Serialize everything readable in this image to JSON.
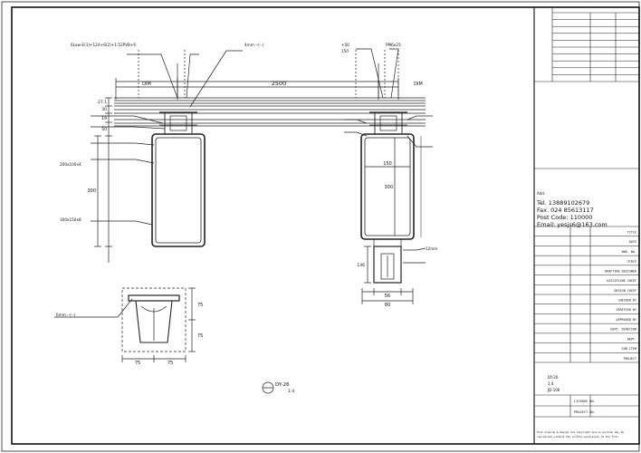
{
  "drawing": {
    "dims": {
      "span": "2500",
      "dim_left": "DIM",
      "dim_right": "DIM",
      "v_small_1": "27.1",
      "v_small_2": "30",
      "v_small_3": "19",
      "v_small_4": "50",
      "v_box": "300",
      "v_box_right": "300",
      "w_box": "150",
      "w_bottom_1": "56",
      "w_bottom_2": "80",
      "h_bottom": "146",
      "det_w1": "75",
      "det_w2": "75",
      "det_h1": "75",
      "det_h2": "75"
    },
    "labels_left": {
      "top_spec": "6Low-E(1)+12A+6(2)+1.52PVB+6",
      "top_spec2": "",
      "top_mid": "",
      "top_right": "4mm --(--)",
      "l1": "",
      "l2": "",
      "l3": "",
      "l4": "",
      "l5": "200x100x4",
      "l6": "",
      "l7": "300x150x8",
      "l8": ""
    },
    "labels_right": {
      "top1": "+50",
      "top1b": "150",
      "top2": "PM6x25",
      "r1": "",
      "r2": "",
      "r3": "",
      "r4": "",
      "bottom1": "12mm",
      "bottom2": ""
    },
    "detail_label": "6mm --(--)",
    "caption_title": "DY-26",
    "caption_scale_label": "",
    "caption_scale": "1:4"
  },
  "title_block": {
    "top_rows": [
      {
        "c1": "",
        "c2": "",
        "c3": ""
      },
      {
        "c1": "",
        "c2": "",
        "c3": ""
      },
      {
        "c1": "",
        "c2": "",
        "c3": ""
      },
      {
        "c1": "",
        "c2": "",
        "c3": ""
      },
      {
        "c1": "",
        "c2": "",
        "c3": ""
      },
      {
        "c1": "",
        "c2": "",
        "c3": ""
      },
      {
        "c1": "",
        "c2": "",
        "c3": ""
      },
      {
        "c1": "",
        "c2": "",
        "c3": ""
      },
      {
        "c1": "",
        "c2": "",
        "c3": ""
      },
      {
        "c1": "",
        "c2": "",
        "c3": ""
      }
    ],
    "company": "",
    "addr_label": "Add.",
    "addr": "",
    "tel": "Tel.  13889102679",
    "fax": "Fax. 024 85613117",
    "post": "Post Code: 110000",
    "email": "Email: yesjs6@163.com",
    "rows": [
      {
        "label": "",
        "en": "TITLE",
        "val": ""
      },
      {
        "label": "",
        "en": "DATE",
        "val": ""
      },
      {
        "label": "",
        "en": "DWG. NO.",
        "val": ""
      },
      {
        "label": "",
        "en": "SCALE",
        "val": ""
      },
      {
        "label": "",
        "en": "DRAFTING DESIGNER",
        "val": ""
      },
      {
        "label": "",
        "en": "DISCIPLINE CHIEF",
        "val": ""
      },
      {
        "label": "",
        "en": "DESIGN CHIEF",
        "val": ""
      },
      {
        "label": "",
        "en": "CHECKED BY",
        "val": ""
      },
      {
        "label": "",
        "en": "VERIFIED BY",
        "val": ""
      },
      {
        "label": "",
        "en": "APPROVED BY",
        "val": ""
      },
      {
        "label": "",
        "en": "DEPT. DIRECTOR",
        "val": ""
      },
      {
        "label": "",
        "en": "DEPT.",
        "val": ""
      },
      {
        "label": "",
        "en": "SUB ITEM",
        "val": ""
      },
      {
        "label": "",
        "en": "PROJECT",
        "val": ""
      }
    ],
    "proj_line1": "DY-26",
    "proj_line2": "1:4",
    "proj_line3": "JD-106",
    "license_label": "",
    "license_en": "LICENSE NO.",
    "projno_label": "",
    "projno_en": "PROJECT NO.",
    "footer_cn": "",
    "footer_en1": "This drawing & design are copyright and no portion may be",
    "footer_en2": "reproduced without the written permission of the firm."
  }
}
